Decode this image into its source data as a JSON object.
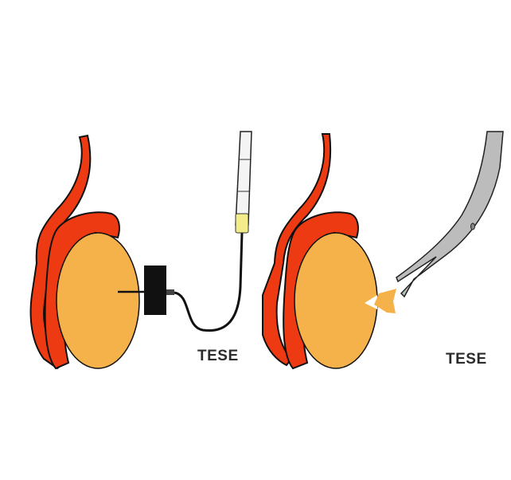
{
  "panels": [
    {
      "label": "TESE",
      "tool": "needle-aspiration-syringe"
    },
    {
      "label": "TESE",
      "tool": "surgical-scissors"
    }
  ],
  "colors": {
    "testis": "#f5b24a",
    "epididymis": "#ee3a12",
    "outline": "#111111",
    "syringe_tip": "#f3ec8a",
    "scissors": "#bcbcbc"
  }
}
